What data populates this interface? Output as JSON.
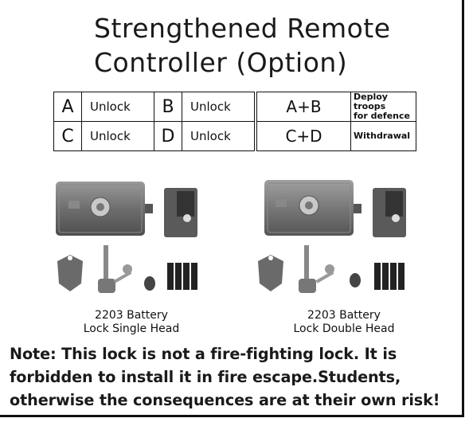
{
  "title": {
    "line1": "Strengthened Remote",
    "line2": "Controller (Option)"
  },
  "remote_codes": [
    {
      "key": "A",
      "action": "Unlock"
    },
    {
      "key": "B",
      "action": "Unlock"
    },
    {
      "key": "C",
      "action": "Unlock"
    },
    {
      "key": "D",
      "action": "Unlock"
    }
  ],
  "combos": [
    {
      "keys": "A+B",
      "action_line1": "Deploy troops",
      "action_line2": "for defence"
    },
    {
      "keys": "C+D",
      "action_line1": "Withdrawal",
      "action_line2": ""
    }
  ],
  "products": [
    {
      "caption_line1": "2203 Battery",
      "caption_line2": "Lock Single Head"
    },
    {
      "caption_line1": "2203 Battery",
      "caption_line2": "Lock Double Head"
    }
  ],
  "note": {
    "line1": "Note: This lock is not a fire-fighting lock. It is",
    "line2": "forbidden to install it in fire escape.Students,",
    "line3": "otherwise the consequences are at their own risk!"
  }
}
